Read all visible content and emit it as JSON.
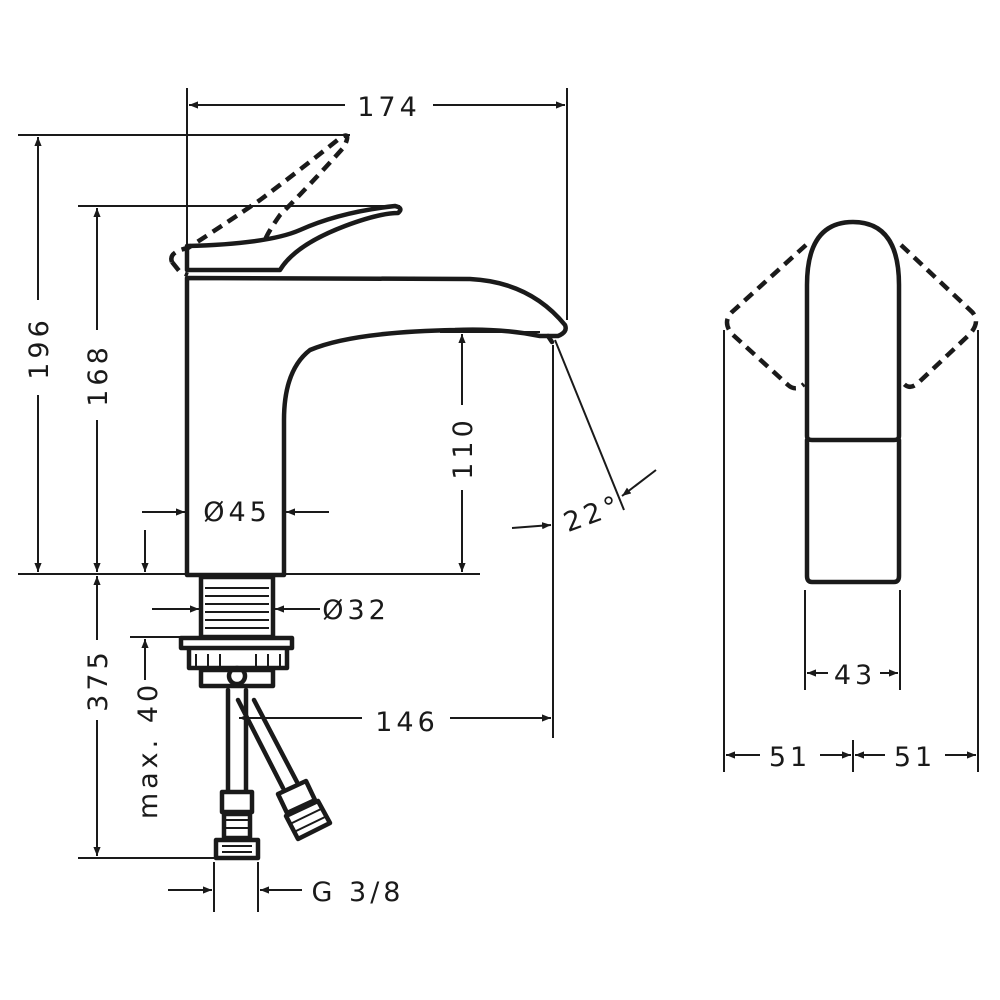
{
  "colors": {
    "line": "#1a1a1a",
    "background": "#ffffff"
  },
  "dimensions": {
    "width_174": "174",
    "height_196": "196",
    "height_168": "168",
    "spout_110": "110",
    "angle_22": "22°",
    "dia_45": "Ø45",
    "dia_32": "Ø32",
    "depth_375": "375",
    "max_40": "max. 40",
    "reach_146": "146",
    "thread": "G 3/8",
    "front_43": "43",
    "front_51_left": "51",
    "front_51_right": "51"
  }
}
